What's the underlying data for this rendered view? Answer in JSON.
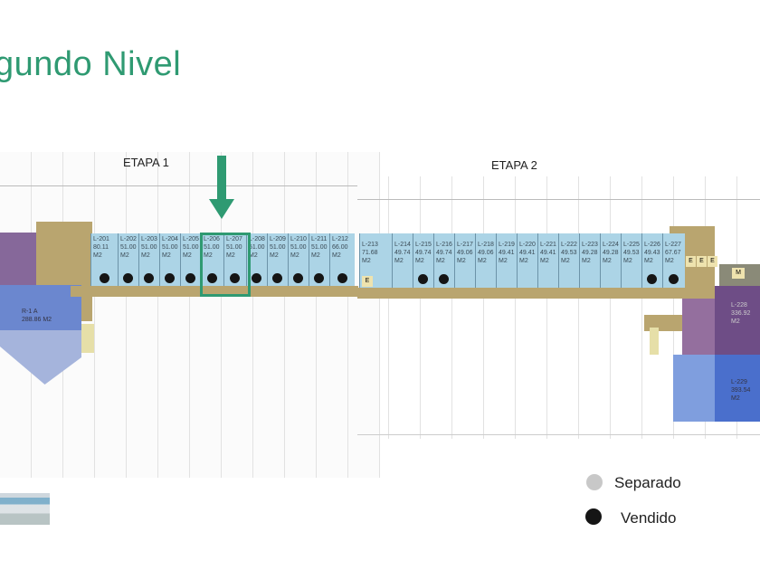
{
  "title": "gundo Nivel",
  "etapa1_label": "ETAPA 1",
  "etapa2_label": "ETAPA 2",
  "etapa1_units": [
    {
      "id": "L-201",
      "area": "80.11 M2",
      "status": "vendido"
    },
    {
      "id": "L-202",
      "area": "51.00 M2",
      "status": "vendido"
    },
    {
      "id": "L-203",
      "area": "51.00 M2",
      "status": "vendido"
    },
    {
      "id": "L-204",
      "area": "51.00 M2",
      "status": "vendido"
    },
    {
      "id": "L-205",
      "area": "51.00 M2",
      "status": "vendido"
    },
    {
      "id": "L-206",
      "area": "51.00 M2",
      "status": "vendido"
    },
    {
      "id": "L-207",
      "area": "51.00 M2",
      "status": "vendido"
    },
    {
      "id": "L-208",
      "area": "51.00 M2",
      "status": "vendido"
    },
    {
      "id": "L-209",
      "area": "51.00 M2",
      "status": "vendido"
    },
    {
      "id": "L-210",
      "area": "51.00 M2",
      "status": "vendido"
    },
    {
      "id": "L-211",
      "area": "51.00 M2",
      "status": "vendido"
    },
    {
      "id": "L-212",
      "area": "66.00 M2",
      "status": "vendido"
    }
  ],
  "etapa2_units": [
    {
      "id": "L-213",
      "area": "71.68 M2",
      "status": ""
    },
    {
      "id": "L-214",
      "area": "49.74 M2",
      "status": ""
    },
    {
      "id": "L-215",
      "area": "49.74 M2",
      "status": "vendido"
    },
    {
      "id": "L-216",
      "area": "49.74 M2",
      "status": "vendido"
    },
    {
      "id": "L-217",
      "area": "49.06 M2",
      "status": ""
    },
    {
      "id": "L-218",
      "area": "49.06 M2",
      "status": ""
    },
    {
      "id": "L-219",
      "area": "49.41 M2",
      "status": ""
    },
    {
      "id": "L-220",
      "area": "49.41 M2",
      "status": ""
    },
    {
      "id": "L-221",
      "area": "49.41 M2",
      "status": ""
    },
    {
      "id": "L-222",
      "area": "49.53 M2",
      "status": ""
    },
    {
      "id": "L-223",
      "area": "49.28 M2",
      "status": ""
    },
    {
      "id": "L-224",
      "area": "49.28 M2",
      "status": ""
    },
    {
      "id": "L-225",
      "area": "49.53 M2",
      "status": ""
    },
    {
      "id": "L-226",
      "area": "49.43 M2",
      "status": "vendido"
    },
    {
      "id": "L-227",
      "area": "67.67 M2",
      "status": "vendido"
    }
  ],
  "r1a": {
    "id": "R-1 A",
    "area": "288.86 M2"
  },
  "l228": {
    "id": "L-228",
    "area": "336.92",
    "unit": "M2"
  },
  "l229": {
    "id": "L-229",
    "area": "393.54",
    "unit": "M2"
  },
  "elevator_label": "E",
  "m_label": "M",
  "legend": {
    "separado": "Separado",
    "vendido": "Vendido"
  },
  "colors": {
    "accent": "#2f9a72",
    "unit": "#acd4e6",
    "corridor": "#b9a56f",
    "sold": "#151515",
    "reserved": "#c8c8c8"
  }
}
